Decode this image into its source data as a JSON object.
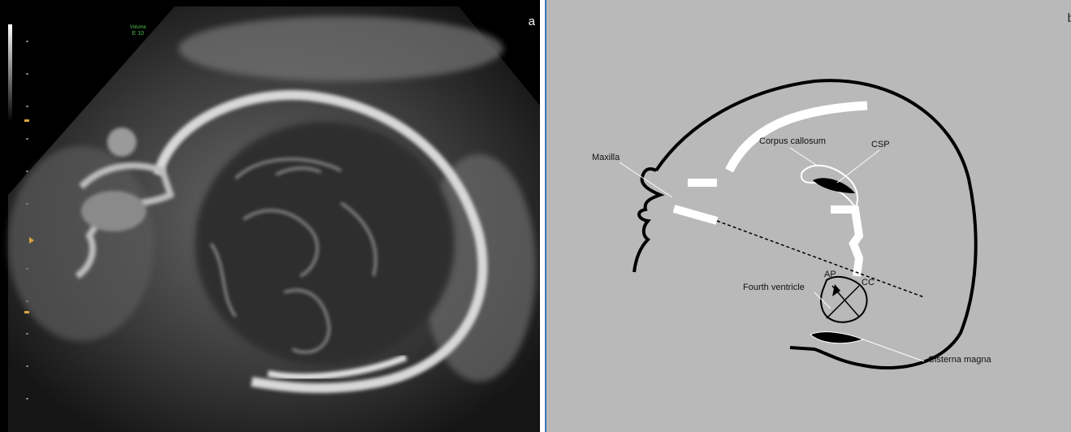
{
  "panel_a": {
    "label": "a",
    "overlay_text": {
      "line1": "Volume",
      "line2": "E 10"
    }
  },
  "panel_b": {
    "label": "b",
    "annotations": {
      "maxilla": "Maxilla",
      "corpus_callosum": "Corpus callosum",
      "csp": "CSP",
      "ap": "AP",
      "cc": "CC",
      "fourth_ventricle": "Fourth ventricle",
      "cisterna_magna": "Cisterna magna"
    }
  },
  "colors": {
    "background_b": "#b9b9b9",
    "border_b": "#3c74b8",
    "ultrasound_text": "#4ec24e"
  }
}
